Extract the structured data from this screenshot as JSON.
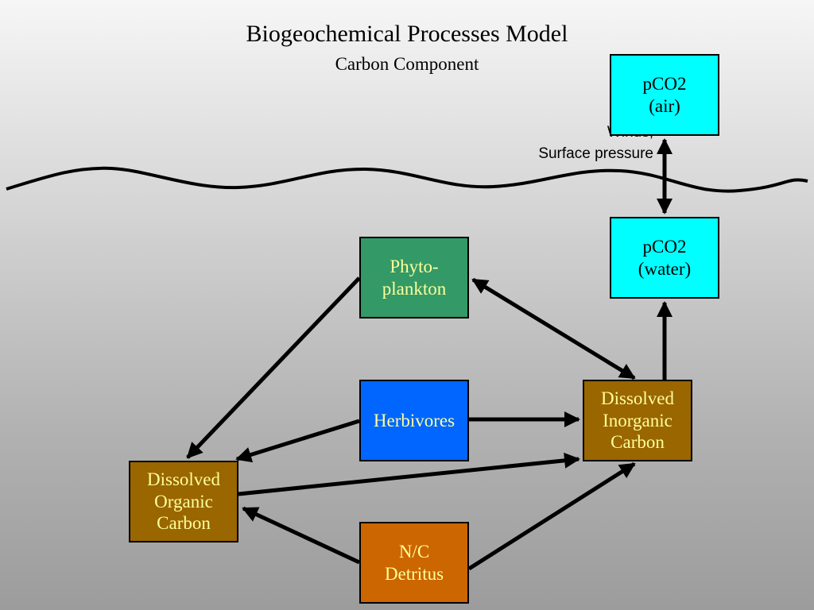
{
  "title": "Biogeochemical Processes Model",
  "subtitle": "Carbon Component",
  "winds_label": "Winds,\nSurface pressure",
  "boxes": {
    "pco2_air": "pCO2\n(air)",
    "pco2_water": "pCO2\n(water)",
    "phytoplankton": "Phyto-\nplankton",
    "herbivores": "Herbivores",
    "dic": "Dissolved\nInorganic\nCarbon",
    "doc": "Dissolved\nOrganic\nCarbon",
    "detritus": "N/C\nDetritus"
  },
  "colors": {
    "air_water": "#00ffff",
    "phytoplankton": "#339966",
    "herbivores": "#0066ff",
    "carbon": "#996600",
    "detritus": "#cc6600",
    "box_text_dark": "#ffff99"
  }
}
